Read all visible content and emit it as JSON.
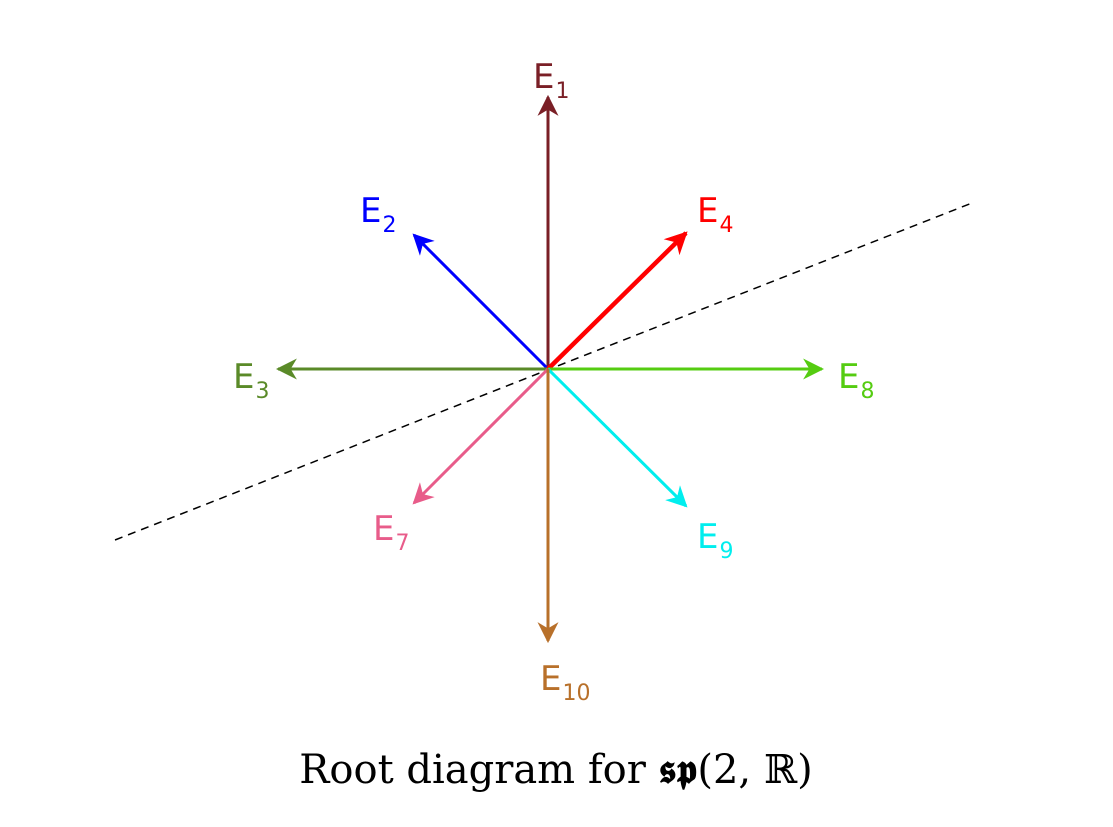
{
  "caption": {
    "prefix": "Root diagram for ",
    "algebra": "𝖘𝖕",
    "args": "(2, ℝ)"
  },
  "roots": [
    {
      "id": "E1",
      "base": "E",
      "sub": "1",
      "color": "#7a1f26"
    },
    {
      "id": "E2",
      "base": "E",
      "sub": "2",
      "color": "#0000ff"
    },
    {
      "id": "E3",
      "base": "E",
      "sub": "3",
      "color": "#5a8a28"
    },
    {
      "id": "E4",
      "base": "E",
      "sub": "4",
      "color": "#ff0000"
    },
    {
      "id": "E7",
      "base": "E",
      "sub": "7",
      "color": "#e85c8a"
    },
    {
      "id": "E8",
      "base": "E",
      "sub": "8",
      "color": "#55cc11"
    },
    {
      "id": "E9",
      "base": "E",
      "sub": "9",
      "color": "#00eeee"
    },
    {
      "id": "E10",
      "base": "E",
      "sub": "10",
      "color": "#b8702a"
    }
  ],
  "dashed_line_color": "#000000"
}
